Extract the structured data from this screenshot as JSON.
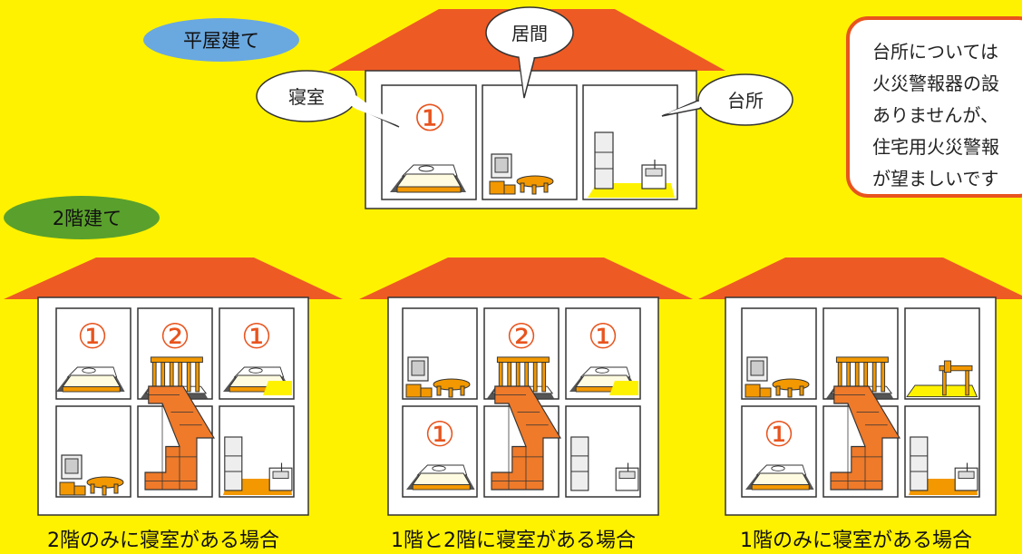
{
  "labels": {
    "single_story": "平屋建て",
    "two_story": "2階建て",
    "bedroom_bubble": "寝室",
    "living_bubble": "居間",
    "kitchen_bubble": "台所"
  },
  "note": {
    "lines": [
      "台所については",
      "火災警報器の設",
      "ありませんが、",
      "住宅用火災警報",
      "が望ましいです"
    ]
  },
  "captions": {
    "house1": "2階のみに寝室がある場合",
    "house2": "1階と2階に寝室がある場合",
    "house3": "1階のみに寝室がある場合"
  },
  "markers": {
    "one": "①",
    "two": "②"
  },
  "colors": {
    "background": "#fff200",
    "roof": "#ee5a24",
    "accent_orange": "#f39800",
    "marker_red": "#e8541e",
    "pill_blue": "#6aa8e0",
    "pill_green": "#5aa02c",
    "note_border": "#e8541e"
  }
}
